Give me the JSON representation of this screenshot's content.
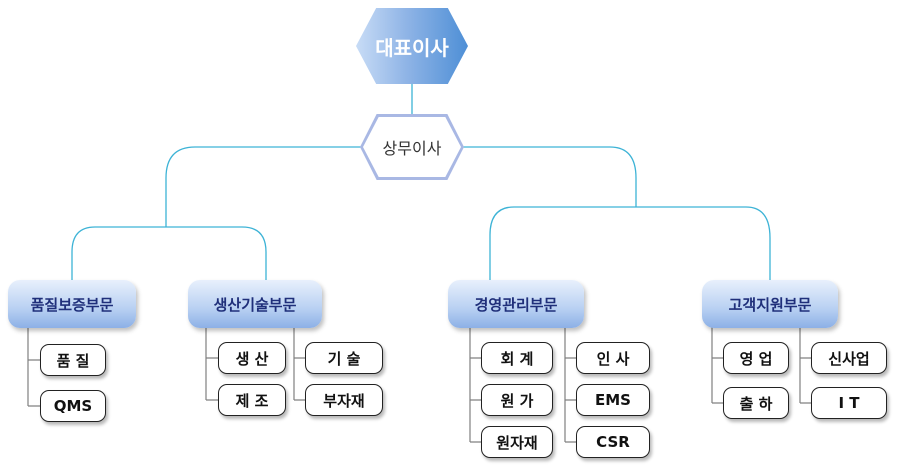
{
  "ceo": "대표이사",
  "executive": "상무이사",
  "departments": {
    "quality": {
      "title": "품질보증부문",
      "units": [
        "품 질",
        "QMS"
      ]
    },
    "production": {
      "title": "생산기술부문",
      "units": [
        "생 산",
        "제 조",
        "기 술",
        "부자재"
      ]
    },
    "management": {
      "title": "경영관리부문",
      "units": [
        "회 계",
        "원 가",
        "원자재",
        "인 사",
        "EMS",
        "CSR"
      ]
    },
    "support": {
      "title": "고객지원부문",
      "units": [
        "영 업",
        "출 하",
        "신사업",
        "I T"
      ]
    }
  },
  "colors": {
    "connector": "#3db3d6",
    "department_text": "#1f2f7a",
    "ceo_gradient_end": "#4e8fd6"
  }
}
